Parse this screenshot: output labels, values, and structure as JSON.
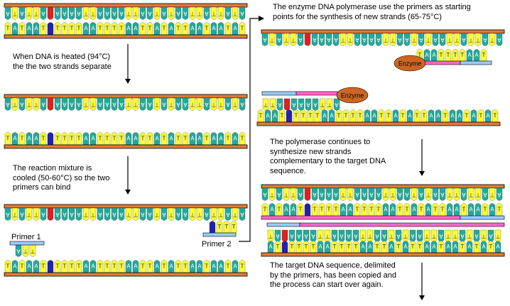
{
  "captions": {
    "heat": "When DNA is heated (94°C)\nthe  the two strands separate",
    "cool": "The reaction mixture is\ncooled (50-60°C) so the two\nprimers can bind",
    "polymerase": "The enzyme DNA polymerase use the primers as starting\npoints for the synthesis of new strands (65-75°C)",
    "continue": "The polymerase continues to\nsynthesize new strands\ncomplementary to the  target DNA\nsequence.",
    "target": "The target DNA sequence, delimited\nby the primers, has been copied and\nthe process can start over again."
  },
  "labels": {
    "primer1": "Primer 1",
    "primer2": "Primer 2",
    "enzyme": "Enzyme"
  },
  "bases": {
    "sequence": "ATATTAGAAAATTAAAATTAATATAATTATTATAT",
    "colors": {
      "A": "#22aa99",
      "T": "#ffff33",
      "G": "#dd2222",
      "C": "#2222aa"
    }
  },
  "colors": {
    "backbone": "#e07a3a",
    "primer1": "#99ccff",
    "primer2": "#ff66cc",
    "enzyme": "#cc6622"
  }
}
